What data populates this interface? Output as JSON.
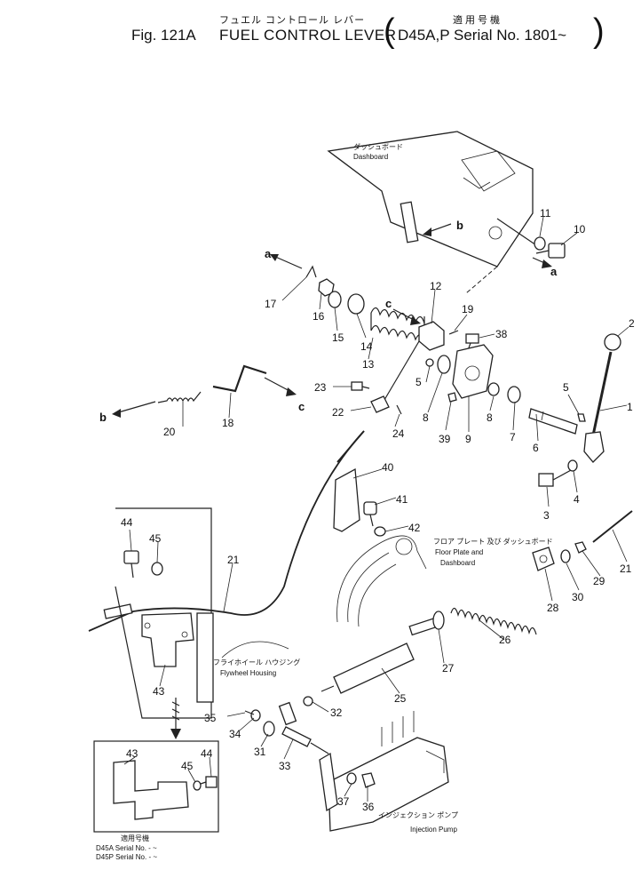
{
  "header": {
    "fig_no": "Fig. 121A",
    "title_jp": "フュエル コントロール レバー",
    "title_en": "FUEL CONTROL LEVER",
    "paren_open": "(",
    "paren_close": ")",
    "applicability_jp": "適用号機",
    "applicability_en": "D45A,P Serial No. 1801~"
  },
  "annotations": {
    "dashboard_jp": "ダッシュボード",
    "dashboard_en": "Dashboard",
    "floor_plate_jp": "フロア プレート 及び ダッシュボード",
    "floor_plate_en_1": "Floor Plate and",
    "floor_plate_en_2": "Dashboard",
    "flywheel_jp": "フライホイール ハウジング",
    "flywheel_en": "Flywheel Housing",
    "injection_jp": "インジェクション ポンプ",
    "injection_en": "Injection Pump",
    "inset_jp": "適用号機",
    "inset_row1": "D45A Serial No. - ~",
    "inset_row2": "D45P Serial No. - ~"
  },
  "callouts": {
    "p1": "1",
    "p2": "2",
    "p3": "3",
    "p4": "4",
    "p5a": "5",
    "p5b": "5",
    "p6": "6",
    "p7": "7",
    "p8a": "8",
    "p8b": "8",
    "p9": "9",
    "p10": "10",
    "p11": "11",
    "p12": "12",
    "p13": "13",
    "p14": "14",
    "p15": "15",
    "p16": "16",
    "p17": "17",
    "p18": "18",
    "p19": "19",
    "p20": "20",
    "p21a": "21",
    "p21b": "21",
    "p22": "22",
    "p23": "23",
    "p24": "24",
    "p25": "25",
    "p26": "26",
    "p27": "27",
    "p28": "28",
    "p29": "29",
    "p30": "30",
    "p31": "31",
    "p32": "32",
    "p33": "33",
    "p34": "34",
    "p35": "35",
    "p36": "36",
    "p37": "37",
    "p38": "38",
    "p39": "39",
    "p40": "40",
    "p41": "41",
    "p42": "42",
    "p43a": "43",
    "p43b": "43",
    "p44a": "44",
    "p44b": "44",
    "p45a": "45",
    "p45b": "45",
    "ref_a1": "a",
    "ref_a2": "a",
    "ref_b1": "b",
    "ref_b2": "b",
    "ref_c1": "c",
    "ref_c2": "c"
  }
}
